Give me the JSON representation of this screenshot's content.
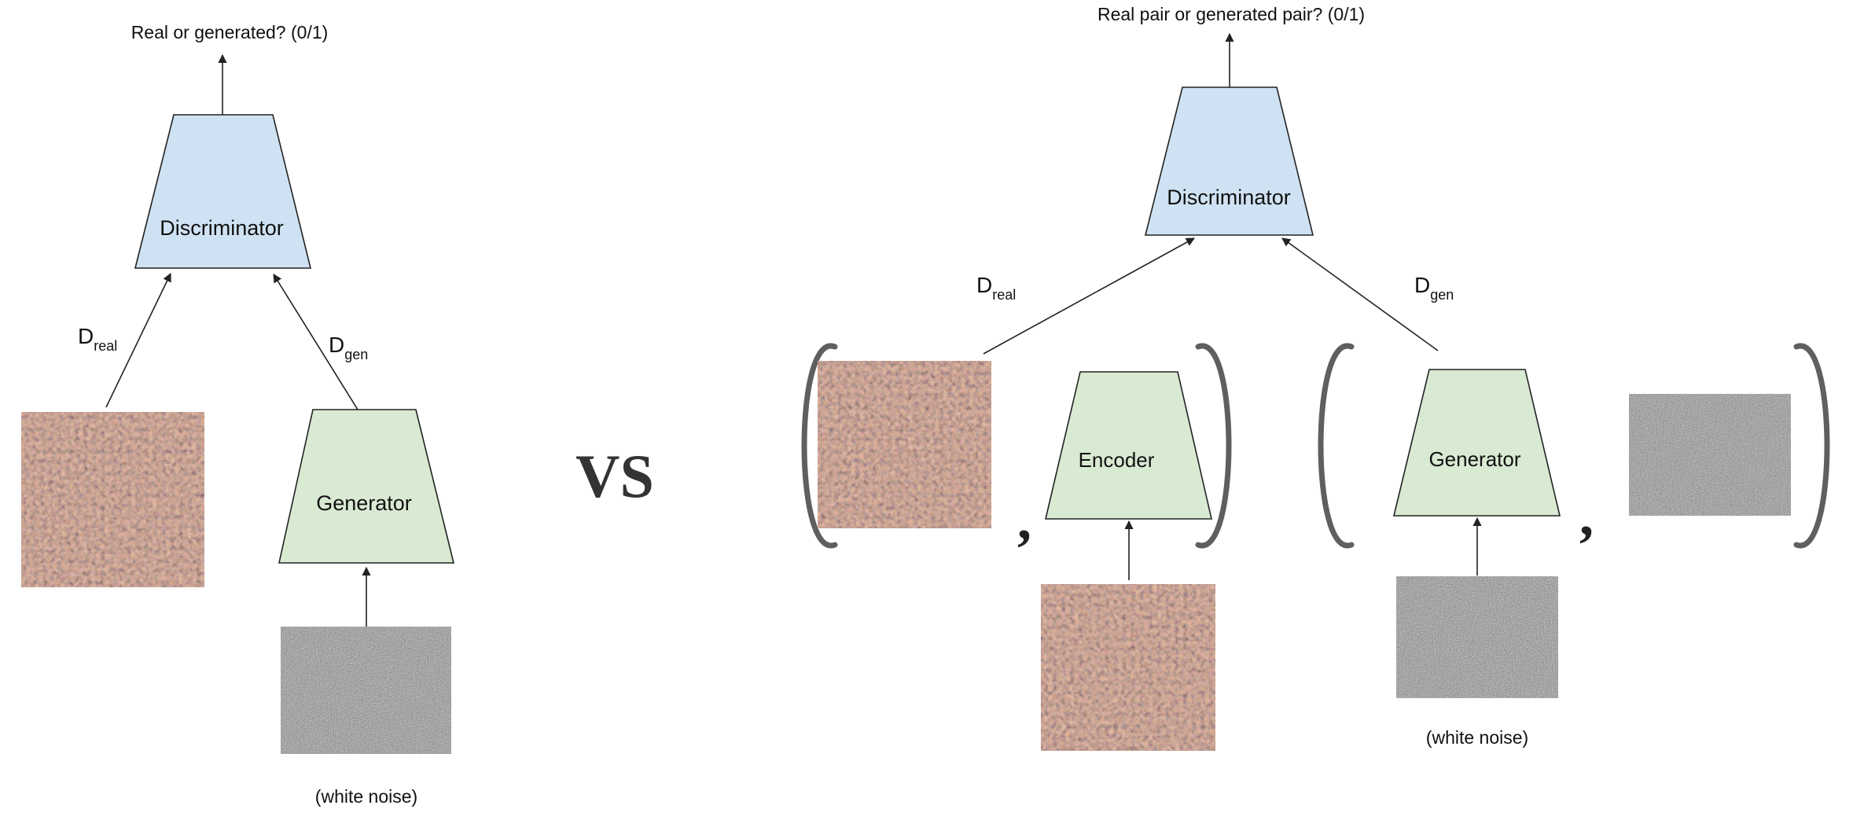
{
  "left_diagram": {
    "output_label": "Real or generated? (0/1)",
    "discriminator_label": "Discriminator",
    "generator_label": "Generator",
    "d_real": {
      "main": "D",
      "sub": "real"
    },
    "d_gen": {
      "main": "D",
      "sub": "gen"
    },
    "noise_caption": "(white noise)"
  },
  "separator": "VS",
  "right_diagram": {
    "output_label": "Real pair or generated pair? (0/1)",
    "discriminator_label": "Discriminator",
    "encoder_label": "Encoder",
    "generator_label": "Generator",
    "d_real": {
      "main": "D",
      "sub": "real"
    },
    "d_gen": {
      "main": "D",
      "sub": "gen"
    },
    "noise_caption": "(white noise)",
    "comma": ","
  },
  "colors": {
    "discriminator_fill": "#cfe2f3",
    "generator_fill": "#d9ead3",
    "outline": "#222222",
    "bracket": "#5f5f5f"
  },
  "icons": {
    "faces_image": "face-mosaic-image",
    "noise_image": "white-noise-image"
  }
}
